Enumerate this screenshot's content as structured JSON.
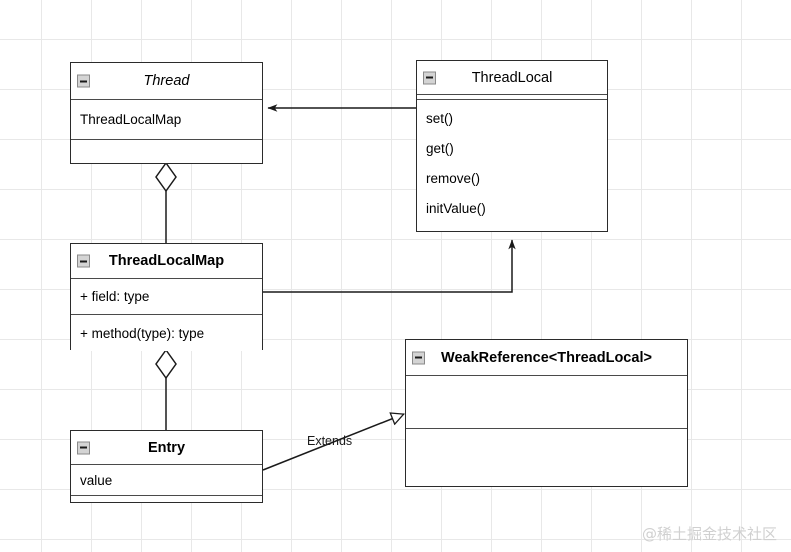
{
  "diagram": {
    "title": "ThreadLocal UML class diagram",
    "watermark": "@稀土掘金技术社区",
    "colors": {
      "box_border": "#2b2b2b",
      "compartment_separator": "#4a4a4a",
      "connector": "#1a1a1a",
      "grid": "#e8e8e8",
      "background": "#ffffff",
      "watermark": "#d0d0d0"
    },
    "classes": [
      {
        "id": "thread",
        "name": "Thread",
        "style": "italic",
        "collapse_icon": "minus-icon",
        "attributes": [
          "ThreadLocalMap"
        ],
        "operations": []
      },
      {
        "id": "threadlocal",
        "name": "ThreadLocal",
        "style": "normal",
        "collapse_icon": "minus-icon",
        "attributes": [],
        "operations": [
          "set()",
          "get()",
          "remove()",
          "initValue()"
        ]
      },
      {
        "id": "threadlocalmap",
        "name": "ThreadLocalMap",
        "style": "bold",
        "collapse_icon": "minus-icon",
        "attributes": [
          "+ field: type"
        ],
        "operations": [
          "+ method(type): type"
        ]
      },
      {
        "id": "weakreference",
        "name": "WeakReference<ThreadLocal>",
        "style": "bold",
        "collapse_icon": "minus-icon",
        "attributes": [],
        "operations": []
      },
      {
        "id": "entry",
        "name": "Entry",
        "style": "bold",
        "collapse_icon": "minus-icon",
        "attributes": [
          "value"
        ],
        "operations": []
      }
    ],
    "relationships": [
      {
        "id": "rel-threadlocal-thread",
        "type": "association",
        "from": "threadlocal",
        "to": "thread",
        "label": "",
        "arrow": "solid-arrow"
      },
      {
        "id": "rel-thread-threadlocalmap",
        "type": "aggregation",
        "from": "thread",
        "to": "threadlocalmap",
        "label": "",
        "arrow": "hollow-diamond"
      },
      {
        "id": "rel-threadlocalmap-threadlocal",
        "type": "association",
        "from": "threadlocalmap",
        "to": "threadlocal",
        "label": "",
        "arrow": "solid-arrow"
      },
      {
        "id": "rel-threadlocalmap-entry",
        "type": "aggregation",
        "from": "threadlocalmap",
        "to": "entry",
        "label": "",
        "arrow": "hollow-diamond"
      },
      {
        "id": "rel-entry-weakreference",
        "type": "generalization",
        "from": "entry",
        "to": "weakreference",
        "label": "Extends",
        "arrow": "hollow-triangle"
      }
    ]
  }
}
